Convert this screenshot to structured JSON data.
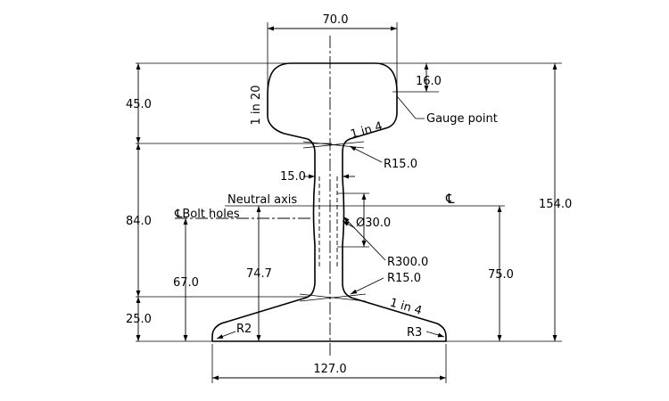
{
  "labels": {
    "head_width": "70.0",
    "head_depth": "45.0",
    "gauge_offset": "16.0",
    "gauge_point": "Gauge point",
    "head_slope_vertical": "1 in 20",
    "head_underside_slope": "1 in 4",
    "fillet_top": "R15.0",
    "web_thickness": "15.0",
    "neutral_axis": "Neutral axis",
    "centerline_symbol": "℄",
    "bolt_holes": "℄Bolt holes",
    "hole_diameter": "Ø30.0",
    "web_radius": "R300.0",
    "fillet_bottom": "R15.0",
    "foot_slope": "1 in 4",
    "web_height": "84.0",
    "total_height": "154.0",
    "bolt_hole_height": "67.0",
    "neutral_axis_height": "74.7",
    "centerline_height": "75.0",
    "foot_depth": "25.0",
    "toe_radius_left": "R2",
    "toe_radius_right": "R3",
    "foot_width": "127.0"
  }
}
